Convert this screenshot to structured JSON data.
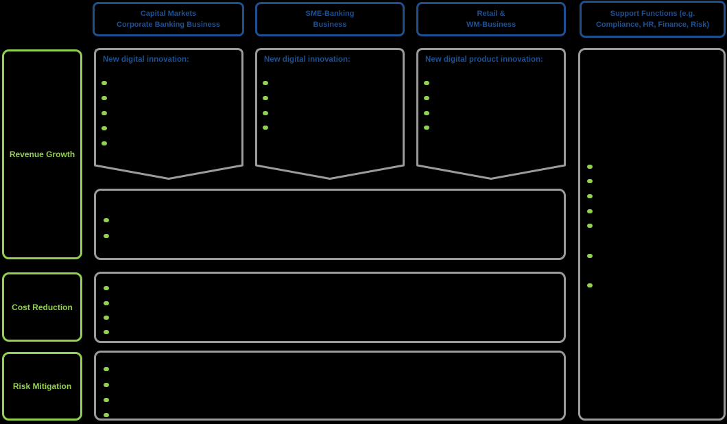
{
  "palette": {
    "blue": "#1E4F8F",
    "green": "#92D050",
    "gray": "#9B9B9B",
    "background": "#000000"
  },
  "column_headers": [
    {
      "id": "capital-markets",
      "line1": "Capital Markets",
      "line2": "Corporate Banking Business"
    },
    {
      "id": "sme-banking",
      "line1": "SME-Banking",
      "line2": "Business"
    },
    {
      "id": "retail-wm",
      "line1": "Retail &",
      "line2": "WM-Business"
    },
    {
      "id": "support-functions",
      "line1": "Support Functions (e.g.",
      "line2": "Compliance, HR, Finance, Risk)"
    }
  ],
  "row_labels": [
    {
      "id": "revenue-growth",
      "label": "Revenue Growth"
    },
    {
      "id": "cost-reduction",
      "label": "Cost Reduction"
    },
    {
      "id": "risk-mitigation",
      "label": "Risk Mitigation"
    }
  ],
  "cells": {
    "capital_markets_innovation": {
      "heading": "New digital innovation:",
      "bullet_y": [
        48,
        70,
        92,
        114,
        136
      ]
    },
    "sme_banking_innovation": {
      "heading": "New digital innovation:",
      "bullet_y": [
        48,
        70,
        92,
        113
      ]
    },
    "retail_wm_innovation": {
      "heading": "New digital product innovation:",
      "bullet_y": [
        48,
        70,
        92,
        113
      ]
    },
    "revenue_growth_shared": {
      "bullet_y": [
        40,
        63
      ]
    },
    "cost_reduction_shared": {
      "bullet_y": [
        18,
        40,
        61,
        82
      ]
    },
    "risk_mitigation_shared": {
      "bullet_y": [
        21,
        44,
        66,
        88
      ]
    },
    "support_functions_column": {
      "bullet_y": [
        167,
        188,
        210,
        232,
        253,
        297,
        340
      ]
    }
  }
}
